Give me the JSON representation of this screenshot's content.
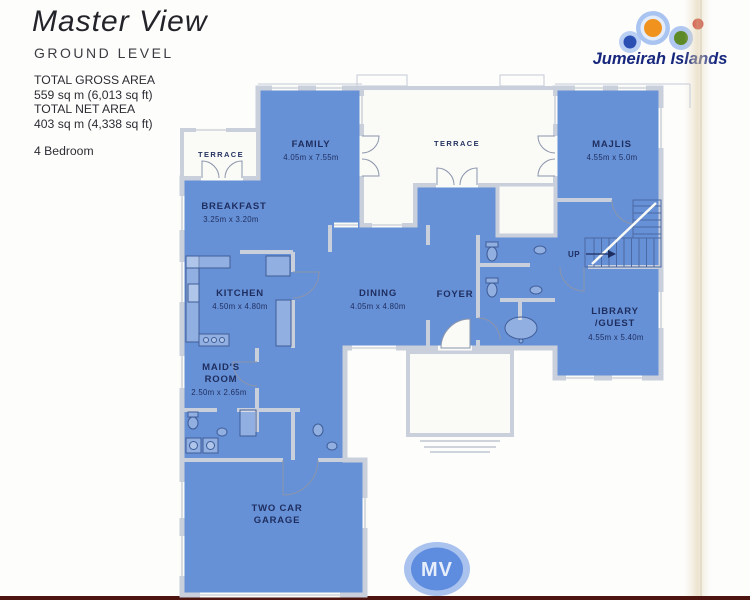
{
  "header": {
    "title": "Master View",
    "level": "GROUND LEVEL",
    "gross_area_label": "TOTAL GROSS AREA",
    "gross_area_value": "559 sq m (6,013 sq ft)",
    "net_area_label": "TOTAL NET AREA",
    "net_area_value": "403 sq m (4,338 sq ft)",
    "bedrooms": "4 Bedroom"
  },
  "logo": {
    "brand": "Jumeirah Islands",
    "dot_icons": [
      "blue-dot-icon",
      "orange-dot-icon",
      "green-dot-icon",
      "red-dot-icon"
    ]
  },
  "plan": {
    "rooms": {
      "family": {
        "name": "FAMILY",
        "dims": "4.05m x 7.55m"
      },
      "breakfast": {
        "name": "BREAKFAST",
        "dims": "3.25m x 3.20m"
      },
      "majlis": {
        "name": "MAJLIS",
        "dims": "4.55m x 5.0m"
      },
      "kitchen": {
        "name": "KITCHEN",
        "dims": "4.50m x 4.80m"
      },
      "dining": {
        "name": "DINING",
        "dims": "4.05m x 4.80m"
      },
      "foyer": {
        "name": "FOYER"
      },
      "library": {
        "name": "LIBRARY",
        "name2": "/GUEST",
        "dims": "4.55m x 5.40m"
      },
      "maids": {
        "name": "MAID'S",
        "name2": "ROOM",
        "dims": "2.50m x 2.65m"
      },
      "garage": {
        "name": "TWO CAR",
        "name2": "GARAGE"
      },
      "terrace_left": {
        "name": "TERRACE"
      },
      "terrace_center": {
        "name": "TERRACE"
      },
      "stairs": {
        "up_label": "UP"
      }
    }
  },
  "badge": {
    "label": "MV"
  },
  "colors": {
    "room_fill": "#6791d6",
    "wall": "#c9cfdb",
    "room_label": "#1e2d5f",
    "logo_text": "#16277d",
    "logo_blue": "#2a50b4",
    "logo_orange": "#f0921e",
    "logo_green": "#5d8926",
    "logo_red": "#cb2820",
    "badge_fill": "#5e8cde",
    "badge_ring": "#a9c2ee",
    "page_bottom_edge": "#4d1410"
  }
}
